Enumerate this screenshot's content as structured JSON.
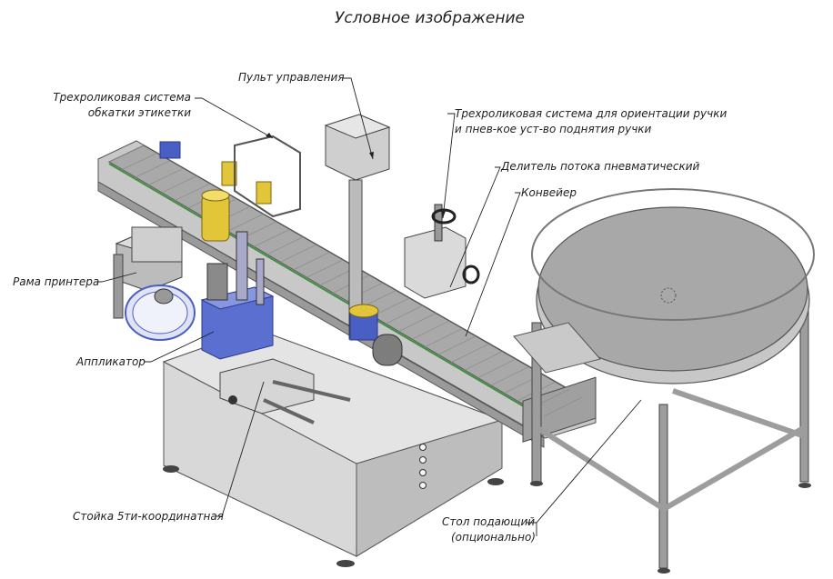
{
  "title": "Условное изображение",
  "callouts": {
    "triroller_labeling": [
      "Трехроликовая система",
      "обкатки этикетки"
    ],
    "control_panel": "Пульт управления",
    "triroller_handle": [
      "Трехроликовая система для ориентации ручки",
      "и пнев-кое уст-во поднятия ручки"
    ],
    "flow_divider": "Делитель потока пневматический",
    "conveyor": "Конвейер",
    "printer_frame": "Рама принтера",
    "applicator": "Аппликатор",
    "stand_5axis": "Стойка 5ти-координатная",
    "feed_table": [
      "Стол подающий",
      "(опционально)"
    ]
  },
  "colors": {
    "metal_light": "#d9d9d9",
    "metal_mid": "#b5b5b5",
    "metal_dark": "#7d7d7d",
    "belt_green": "#3f8f3f",
    "blue_accent": "#4a5fc4",
    "yellow_accent": "#e3c53a"
  }
}
